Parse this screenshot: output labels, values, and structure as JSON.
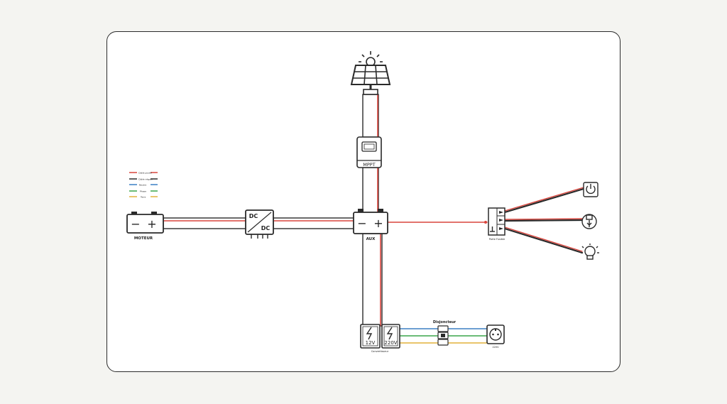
{
  "legend": {
    "items": [
      {
        "label": "Câble positif",
        "color": "#d9453d"
      },
      {
        "label": "Câble négatif",
        "color": "#2a2a2a"
      },
      {
        "label": "Neutre",
        "color": "#3b7fc4"
      },
      {
        "label": "Phase",
        "color": "#3aa64a"
      },
      {
        "label": "Terre",
        "color": "#e2b23a"
      }
    ]
  },
  "components": {
    "battery_motor": {
      "label": "MOTEUR",
      "minus": "−",
      "plus": "+"
    },
    "battery_aux": {
      "label": "AUX",
      "minus": "−",
      "plus": "+"
    },
    "dcdc": {
      "top": "DC",
      "bottom": "DC"
    },
    "mppt": {
      "label": "MPPT"
    },
    "fuse_box": {
      "label": "Porte Fusible"
    },
    "inverter": {
      "label": "Convertisseur",
      "v12": "12V",
      "v220": "220V"
    },
    "breaker": {
      "label": "Disjoncteur"
    },
    "outlet": {
      "label": "220V"
    }
  },
  "colors": {
    "positive": "#d9453d",
    "negative": "#2a2a2a",
    "neutral": "#3b7fc4",
    "phase": "#3aa64a",
    "earth": "#e2b23a"
  }
}
